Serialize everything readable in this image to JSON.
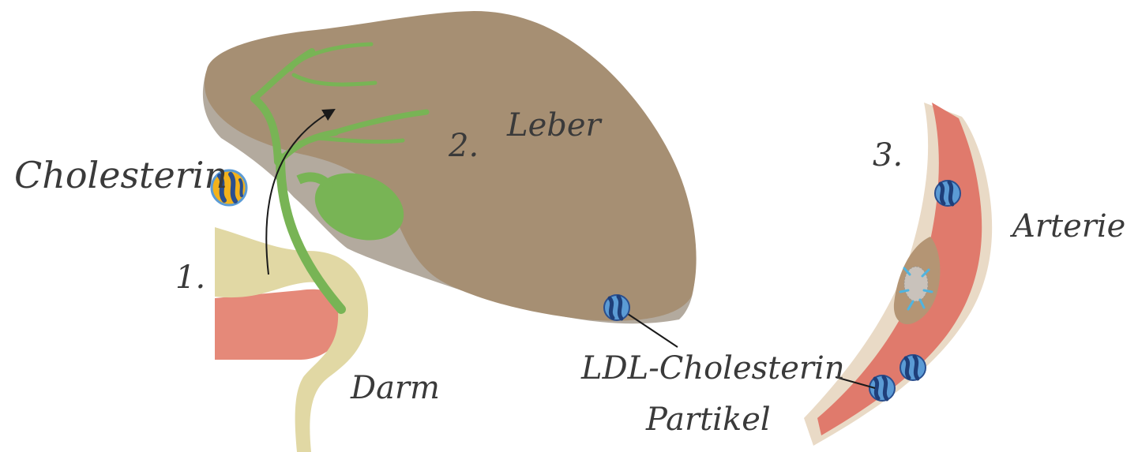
{
  "labels": {
    "cholesterin": "Cholesterin",
    "step1": "1.",
    "step2": "2.",
    "step3": "3.",
    "leber": "Leber",
    "darm": "Darm",
    "arterie": "Arterie",
    "ldl_line1": "LDL-Cholesterin",
    "ldl_line2": "Partikel"
  },
  "colors": {
    "liver": "#a68f73",
    "liver_shadow": "#b3aa9e",
    "bile": "#78b455",
    "intestine": "#e1d8a4",
    "intestine_inner": "#e58979",
    "artery_wall": "#e9dac6",
    "artery_lumen": "#e07a6c",
    "plaque": "#b49574",
    "ldl_particle": "#2a4f8f",
    "cholesterol_particle": "#f3b21b"
  },
  "icons": {
    "cholesterol_particle": "cholesterol-particle-icon",
    "ldl_particle": "ldl-particle-icon"
  }
}
